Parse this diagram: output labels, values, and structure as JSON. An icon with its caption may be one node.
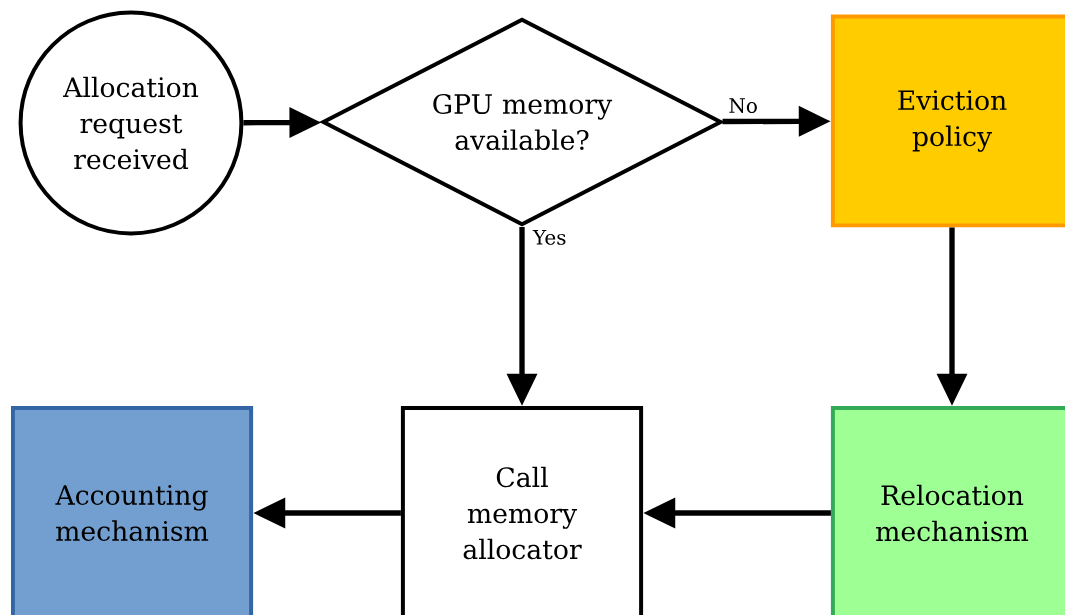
{
  "diagram": {
    "nodes": [
      {
        "text": [
          "Allocation request received"
        ]
      },
      {
        "text": [
          "GPU memory available?"
        ]
      },
      {
        "text": [
          "Eviction policy"
        ]
      },
      {
        "text": [
          "Call memory allocator"
        ]
      },
      {
        "text": [
          "Accounting mechanism"
        ]
      },
      {
        "text": [
          "Relocation mechanism"
        ]
      }
    ],
    "edges": [
      {
        "from": 0,
        "to": 1,
        "arrow": "to"
      },
      {
        "from": 1,
        "to": 2,
        "arrow": "to",
        "label": "No"
      },
      {
        "from": 1,
        "to": 3,
        "arrow": "to",
        "label": "Yes"
      },
      {
        "from": 2,
        "to": 5,
        "arrow": "to"
      },
      {
        "from": 5,
        "to": 3,
        "arrow": "to"
      },
      {
        "from": 3,
        "to": 4,
        "arrow": "to"
      }
    ]
  }
}
